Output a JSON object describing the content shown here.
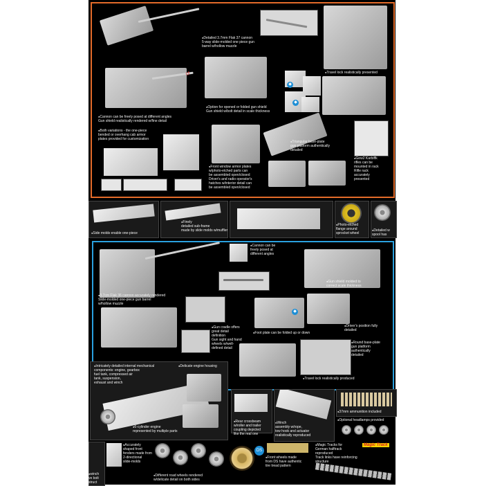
{
  "top_panel": {
    "captions": [
      "Detailed 3.7mm Flak 37 cannon\n5-way slide-molded one piece gun\nbarrel w/hollow muzzle",
      "Travel lock realistically presented",
      "Option for opened or folded gun shield\nGun shield w/bolt detail in scale thickness",
      "Cannon can be freely posed at different angles\nGun shield realistically rendered w/fine detail",
      "Both variations - the one-piece\nbended or overhang cab armor\nplates provided for customization",
      "Front window armor plates\nw/photo-etched parts can\nbe assembled open/closed\nDriver's and radio operator's\nhatches w/interior detail can\nbe assembled open/closed",
      "Triangular base-plate\ngun platform authentically\ndetailed",
      "Gew2 Karbiffk\nrifles can be\nmounted in rack\nRifle rack\naccurately\npresented"
    ]
  },
  "strip": {
    "captions": [
      "Side molds enable one-piece",
      "Finely\ndetailed sub-frame\nmade by slide molds w/muffler",
      "Photo-etched\nflange around\nsprocket wheel",
      "Detailed w\nspool has"
    ]
  },
  "mid_panel": {
    "captions": [
      "Cannon can be\nfreely posed at\ndifferent angles",
      "Gun shield molded to\ncorrect scale thickness",
      "3.7cm Flak 36 cannon accurately rendered\nSlide-molded one-piece gun barrel\nw/hollow muzzle",
      "Gun cradle offers\ngreat detail\ndefinition\nGun sight and hand\nwheels w/well-\ndefined detail",
      "Foot plate can be folded up or down",
      "Driver's position fully\ndetailed",
      "Round base-plate\ngun platform\nauthentically\ndetailed",
      "Travel lock realistically produced"
    ]
  },
  "bottom": {
    "captions": [
      "Intricately detailed internal mechanical\ncomponents: engine, gearbox\nfuel tank, compressed air\ntank, suspension,\nexhaust and winch",
      "Delicate engine housing",
      "6-cylinder engine\nrepresented by multiple parts",
      "Rear crossbeam\nw/roller and trailer\ncoupling depicted\nlike the real one",
      "Winch\nassembly w/rope,\ntow hook and actuator\nrealistically reproduced",
      "37mm ammunition included",
      "Optional headlamps provided",
      "Accurately\nshaped front\nfenders made from\n2-directional\nslide-molds",
      "Different road wheels rendered\nw/delicate detail on both sides",
      "Front wheels made\nfrom DS have authentic\ntire tread pattern",
      "Magic Tracks for\nGerman halftrack\nreproduced\nTrack links have reinforcing\nstructure"
    ],
    "left_fragment": "winch\nve bolt\nstruct",
    "badge_label": "DS",
    "logo_text": "Magic Track"
  },
  "colors": {
    "top_border": "#e46b2a",
    "mid_border": "#2aa1e0",
    "background": "#000000"
  }
}
